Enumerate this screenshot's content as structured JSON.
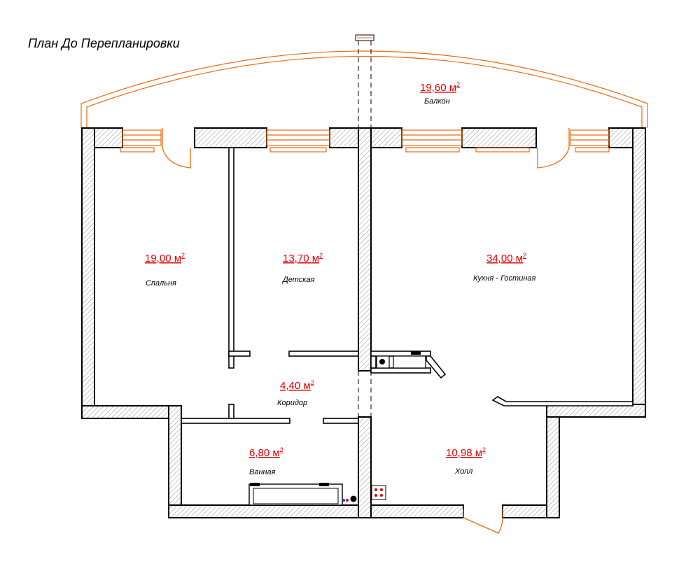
{
  "title": "План До Перепланировки",
  "unit": "м",
  "unit_power": "2",
  "rooms": [
    {
      "id": "balcony",
      "area": "19,60",
      "name": "Балкон"
    },
    {
      "id": "bedroom",
      "area": "19,00",
      "name": "Спальня"
    },
    {
      "id": "kids",
      "area": "13,70",
      "name": "Детская"
    },
    {
      "id": "kitchen",
      "area": "34,00",
      "name": "Кухня - Гостиная"
    },
    {
      "id": "corridor",
      "area": "4,40",
      "name": "Коридор"
    },
    {
      "id": "bathroom",
      "area": "6,80",
      "name": "Ванная"
    },
    {
      "id": "hall",
      "area": "10,98",
      "name": "Холл"
    }
  ],
  "colors": {
    "wall_outline": "#000000",
    "windows_doors": "#e86a10",
    "area_text": "#e00000"
  }
}
